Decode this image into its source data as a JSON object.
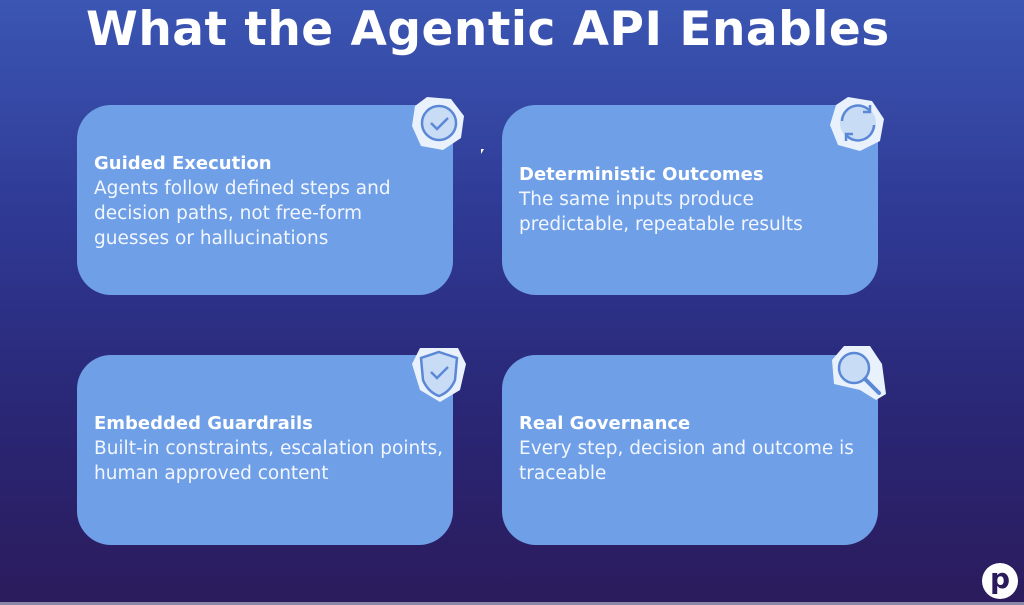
{
  "title": "What the Agentic API Enables",
  "cards": [
    {
      "heading": "Guided Execution",
      "body": "Agents follow defined steps and decision paths, not free-form guesses or hallucinations",
      "icon": "check-circle-icon"
    },
    {
      "heading": "Deterministic Outcomes",
      "body": "The same inputs produce predictable, repeatable results",
      "icon": "refresh-icon"
    },
    {
      "heading": "Embedded Guardrails",
      "body": "Built-in constraints, escalation points, human approved content",
      "icon": "shield-check-icon"
    },
    {
      "heading": "Real Governance",
      "body": "Every step, decision and outcome is traceable",
      "icon": "magnifier-icon"
    }
  ],
  "logo": "p",
  "colors": {
    "card": "#6f9fe6",
    "icon_fill": "#c9dcf5",
    "icon_stroke": "#5b88d6"
  }
}
